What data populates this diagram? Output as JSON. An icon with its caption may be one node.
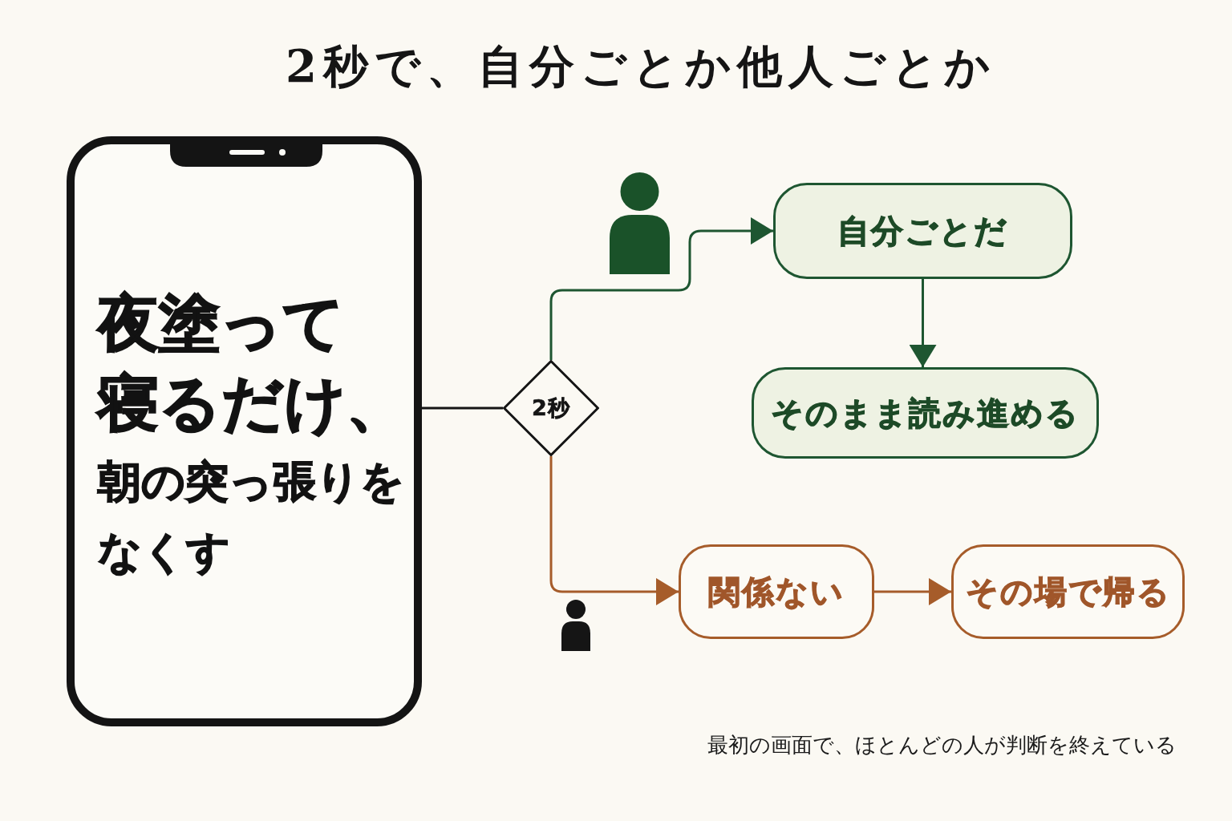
{
  "diagram": {
    "title": "2秒で、自分ごとか他人ごとか",
    "nodes": [
      {
        "text": [
          "夜塗って寝るだけ、",
          "朝の突っ張りをなくす"
        ]
      },
      {
        "text": [
          "2秒"
        ]
      },
      {
        "text": [
          "自分ごとだ"
        ]
      },
      {
        "text": [
          "そのまま読み進める"
        ]
      },
      {
        "text": [
          "関係ない"
        ]
      },
      {
        "text": [
          "その場で帰る"
        ]
      }
    ],
    "edges": [
      {
        "from": 0,
        "to": 1,
        "arrow": "none"
      },
      {
        "from": 1,
        "to": 2,
        "arrow": "to",
        "color": "#1e5631"
      },
      {
        "from": 2,
        "to": 3,
        "arrow": "to",
        "color": "#1e5631"
      },
      {
        "from": 1,
        "to": 4,
        "arrow": "to",
        "color": "#a65c2a"
      },
      {
        "from": 4,
        "to": 5,
        "arrow": "to",
        "color": "#a65c2a"
      }
    ],
    "caption": "最初の画面で、ほとんどの人が判断を終えている"
  }
}
